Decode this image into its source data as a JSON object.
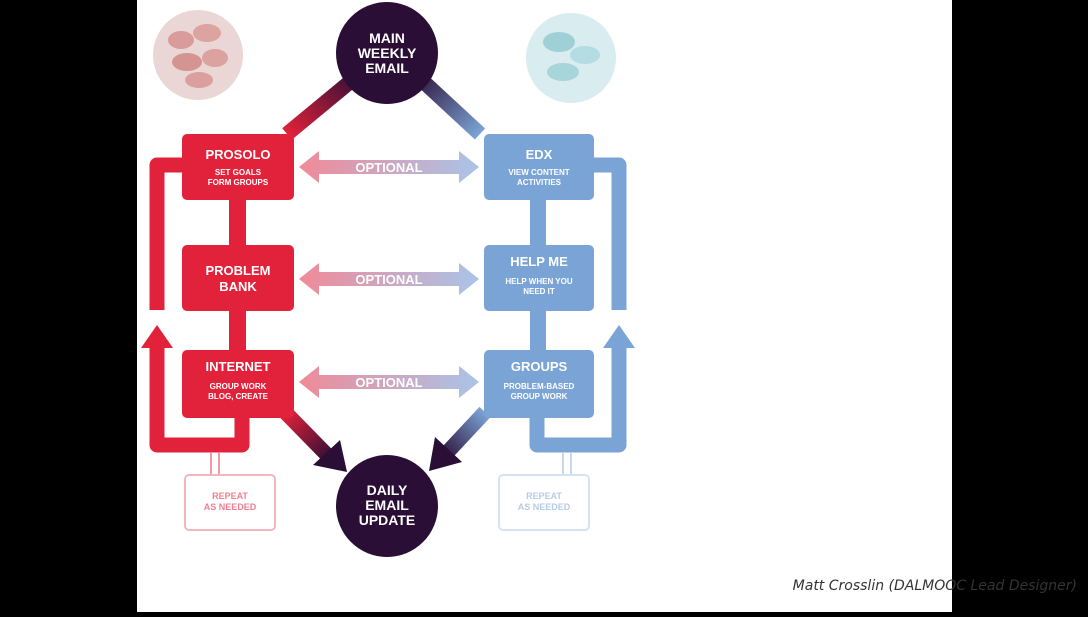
{
  "nodes": {
    "main_weekly_email": {
      "lines": [
        "MAIN",
        "WEEKLY",
        "EMAIL"
      ]
    },
    "daily_email_update": {
      "lines": [
        "DAILY",
        "EMAIL",
        "UPDATE"
      ]
    },
    "prosolo": {
      "title": "PROSOLO",
      "sub": [
        "SET GOALS",
        "FORM GROUPS"
      ]
    },
    "problem_bank": {
      "title": [
        "PROBLEM",
        "BANK"
      ]
    },
    "internet": {
      "title": "INTERNET",
      "sub": [
        "GROUP WORK",
        "BLOG, CREATE"
      ]
    },
    "edx": {
      "title": "EDX",
      "sub": [
        "VIEW CONTENT",
        "ACTIVITIES"
      ]
    },
    "help_me": {
      "title": "HELP ME",
      "sub": [
        "HELP WHEN YOU",
        "NEED IT"
      ]
    },
    "groups": {
      "title": "GROUPS",
      "sub": [
        "PROBLEM-BASED",
        "GROUP WORK"
      ]
    }
  },
  "connectors": {
    "optional_label": "OPTIONAL",
    "repeat_left": [
      "REPEAT",
      "AS NEEDED"
    ],
    "repeat_right": [
      "REPEAT",
      "AS NEEDED"
    ]
  },
  "caption": "Matt Crosslin (DALMOOC Lead Designer)",
  "colors": {
    "red": "#e2223a",
    "blue": "#7ba4d6",
    "dark": "#2a0e35",
    "background": "#ffffff",
    "letterbox": "#000000"
  }
}
